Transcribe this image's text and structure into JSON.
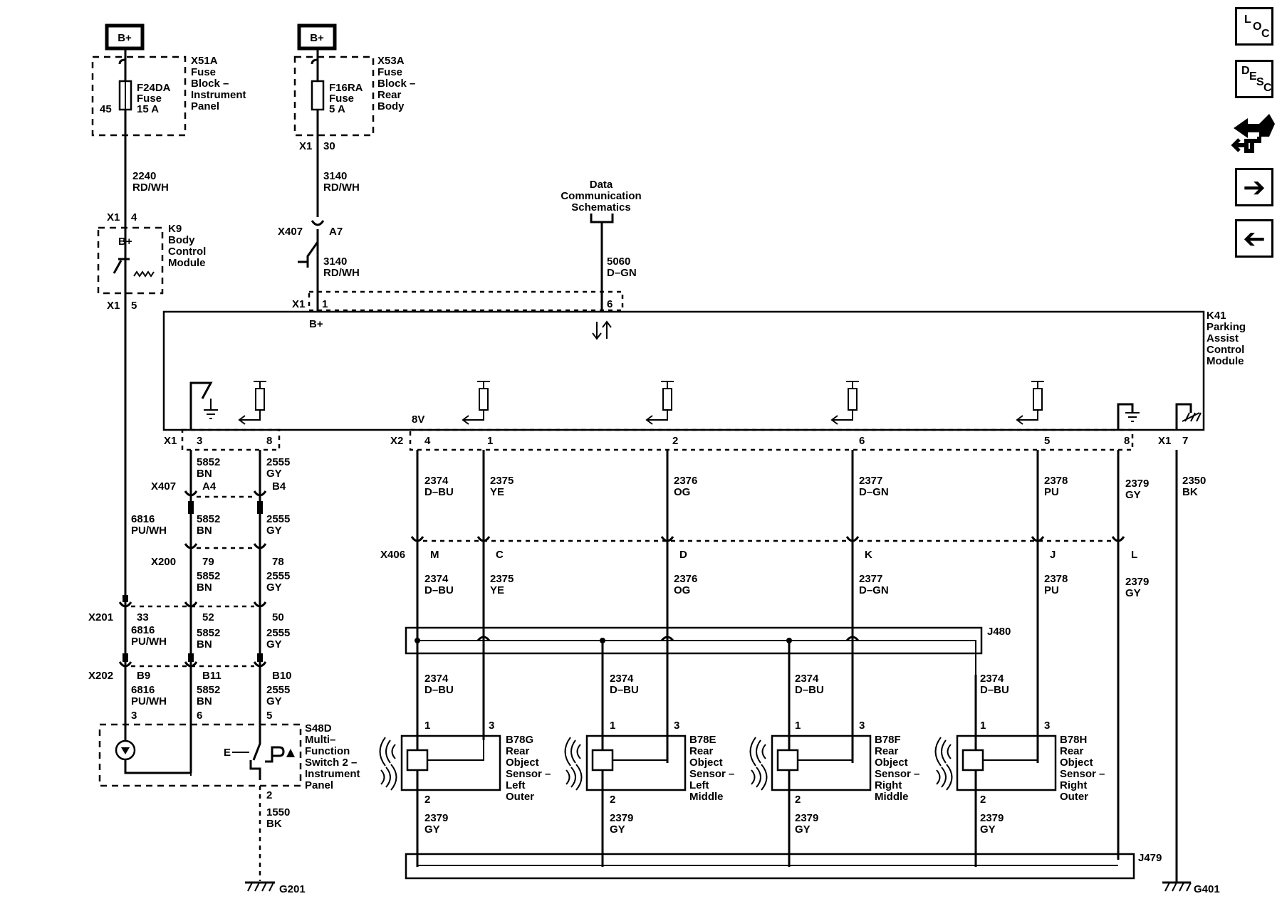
{
  "nav": {
    "loc": [
      "L",
      "O",
      "C"
    ],
    "desc": [
      "D",
      "E",
      "S",
      "C"
    ]
  },
  "power": {
    "bplus": "B+"
  },
  "fuse_left": {
    "block": [
      "X51A",
      "Fuse",
      "Block –",
      "Instrument",
      "Panel"
    ],
    "fuse": [
      "F24DA",
      "Fuse",
      "15 A"
    ],
    "pin": "45"
  },
  "fuse_right": {
    "block": [
      "X53A",
      "Fuse",
      "Block –",
      "Rear",
      "Body"
    ],
    "fuse": [
      "F16RA",
      "Fuse",
      "5 A"
    ],
    "conn": "X1",
    "pin": "30"
  },
  "wires": {
    "w2240": [
      "2240",
      "RD/WH"
    ],
    "w3140a": [
      "3140",
      "RD/WH"
    ],
    "w3140b": [
      "3140",
      "RD/WH"
    ],
    "w5060": [
      "5060",
      "D–GN"
    ],
    "w5852a": [
      "5852",
      "BN"
    ],
    "w2555a": [
      "2555",
      "GY"
    ],
    "w6816a": [
      "6816",
      "PU/WH"
    ],
    "w5852b": [
      "5852",
      "BN"
    ],
    "w2555b": [
      "2555",
      "GY"
    ],
    "w5852c": [
      "5852",
      "BN"
    ],
    "w2555c": [
      "2555",
      "GY"
    ],
    "w6816b": [
      "6816",
      "PU/WH"
    ],
    "w5852d": [
      "5852",
      "BN"
    ],
    "w2555d": [
      "2555",
      "GY"
    ],
    "w6816c": [
      "6816",
      "PU/WH"
    ],
    "w5852e": [
      "5852",
      "BN"
    ],
    "w2555e": [
      "2555",
      "GY"
    ],
    "w1550": [
      "1550",
      "BK"
    ],
    "w2374a": [
      "2374",
      "D–BU"
    ],
    "w2375a": [
      "2375",
      "YE"
    ],
    "w2376a": [
      "2376",
      "OG"
    ],
    "w2377a": [
      "2377",
      "D–GN"
    ],
    "w2378a": [
      "2378",
      "PU"
    ],
    "w2379a": [
      "2379",
      "GY"
    ],
    "w2350": [
      "2350",
      "BK"
    ],
    "w2374b": [
      "2374",
      "D–BU"
    ],
    "w2375b": [
      "2375",
      "YE"
    ],
    "w2376b": [
      "2376",
      "OG"
    ],
    "w2377b": [
      "2377",
      "D–GN"
    ],
    "w2378b": [
      "2378",
      "PU"
    ],
    "w2379b": [
      "2379",
      "GY"
    ]
  },
  "bcm": {
    "label": [
      "K9",
      "Body",
      "Control",
      "Module"
    ],
    "bplus": "B+",
    "conn_top": "X1",
    "pin_top": "4",
    "conn_bot": "X1",
    "pin_bot": "5"
  },
  "x407_top": {
    "conn": "X407",
    "pin": "A7"
  },
  "data_comm": [
    "Data",
    "Communication",
    "Schematics"
  ],
  "k41": {
    "label": [
      "K41",
      "Parking",
      "Assist",
      "Control",
      "Module"
    ],
    "conn_top": "X1",
    "pin_bplus": "1",
    "bplus": "B+",
    "pin_data": "6",
    "v8": "8V",
    "x1_left": "X1",
    "pin3": "3",
    "pin8": "8",
    "x2": "X2",
    "pin4": "4",
    "pin1": "1",
    "pin2": "2",
    "pin6": "6",
    "pin5": "5",
    "pin8b": "8",
    "x1_right": "X1",
    "pin7": "7"
  },
  "inline": {
    "x407": {
      "conn": "X407",
      "pins": [
        "A4",
        "B4"
      ]
    },
    "x200": {
      "conn": "X200",
      "pins": [
        "79",
        "78"
      ]
    },
    "x201": {
      "conn": "X201",
      "pins": [
        "33",
        "52",
        "50"
      ]
    },
    "x202": {
      "conn": "X202",
      "pins": [
        "B9",
        "B11",
        "B10"
      ]
    },
    "x406": {
      "conn": "X406",
      "pins": [
        "M",
        "C",
        "D",
        "K",
        "J",
        "L"
      ]
    }
  },
  "switch": {
    "label": [
      "S48D",
      "Multi–",
      "Function",
      "Switch 2 –",
      "Instrument",
      "Panel"
    ],
    "pins": [
      "3",
      "6",
      "5",
      "2"
    ],
    "e": "E"
  },
  "splices": {
    "j480": "J480",
    "j479": "J479"
  },
  "grounds": {
    "g201": "G201",
    "g401": "G401"
  },
  "sensors": [
    {
      "id": "B78G",
      "lines": [
        "B78G",
        "Rear",
        "Object",
        "Sensor –",
        "Left",
        "Outer"
      ],
      "wire": [
        "2374",
        "D–BU"
      ],
      "gnd": [
        "2379",
        "GY"
      ],
      "p1": "1",
      "p2": "2",
      "p3": "3"
    },
    {
      "id": "B78E",
      "lines": [
        "B78E",
        "Rear",
        "Object",
        "Sensor –",
        "Left",
        "Middle"
      ],
      "wire": [
        "2374",
        "D–BU"
      ],
      "gnd": [
        "2379",
        "GY"
      ],
      "p1": "1",
      "p2": "2",
      "p3": "3"
    },
    {
      "id": "B78F",
      "lines": [
        "B78F",
        "Rear",
        "Object",
        "Sensor –",
        "Right",
        "Middle"
      ],
      "wire": [
        "2374",
        "D–BU"
      ],
      "gnd": [
        "2379",
        "GY"
      ],
      "p1": "1",
      "p2": "2",
      "p3": "3"
    },
    {
      "id": "B78H",
      "lines": [
        "B78H",
        "Rear",
        "Object",
        "Sensor –",
        "Right",
        "Outer"
      ],
      "wire": [
        "2374",
        "D–BU"
      ],
      "gnd": [
        "2379",
        "GY"
      ],
      "p1": "1",
      "p2": "2",
      "p3": "3"
    }
  ]
}
